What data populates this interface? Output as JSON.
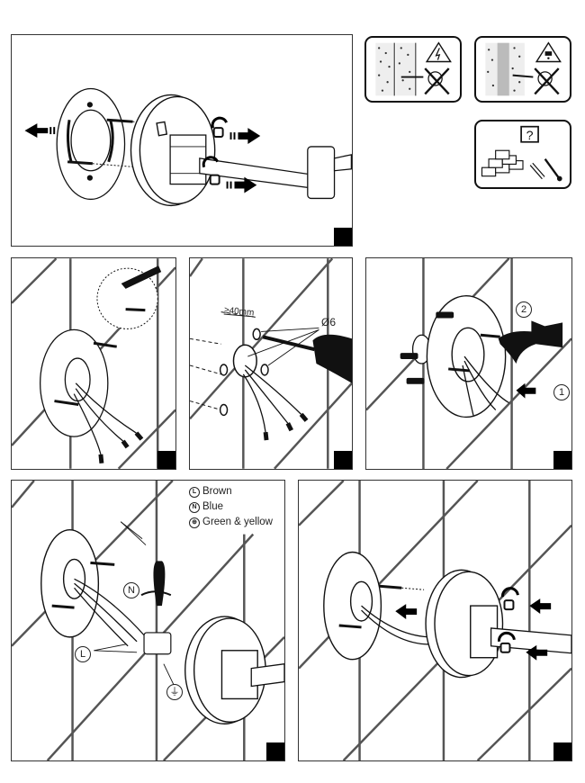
{
  "document": {
    "type": "installation-instructions",
    "subject": "wall lamp mounting"
  },
  "warnings": [
    {
      "icon": "electric-hazard-drill-warning-icon",
      "meaning": "Do not drill into electrical cables"
    },
    {
      "icon": "water-pipe-drill-warning-icon",
      "meaning": "Do not drill into water pipes"
    },
    {
      "icon": "wall-type-plug-question-icon",
      "symbol": "?",
      "meaning": "Check wall type before choosing plugs and screws"
    }
  ],
  "steps": [
    {
      "id": 1,
      "description": "Unscrew screws and separate mounting plate from lamp body"
    },
    {
      "id": 2,
      "description": "Mark drilling holes on wall using mounting plate"
    },
    {
      "id": 3,
      "description": "Drill holes",
      "depth_label": "≥40mm",
      "diameter_label": "Ø6"
    },
    {
      "id": 4,
      "description": "Insert wall plugs and screw mounting plate",
      "sub_steps": [
        "1",
        "2"
      ]
    },
    {
      "id": 5,
      "description": "Connect wires to terminal block",
      "wire_labels": [
        "N",
        "L",
        "⏚"
      ]
    },
    {
      "id": 6,
      "description": "Attach lamp body to mounting plate and tighten screws"
    }
  ],
  "wiring_legend": [
    {
      "symbol": "L",
      "label": "Brown"
    },
    {
      "symbol": "N",
      "label": "Blue"
    },
    {
      "symbol": "⊕",
      "label": "Green & yellow"
    }
  ]
}
